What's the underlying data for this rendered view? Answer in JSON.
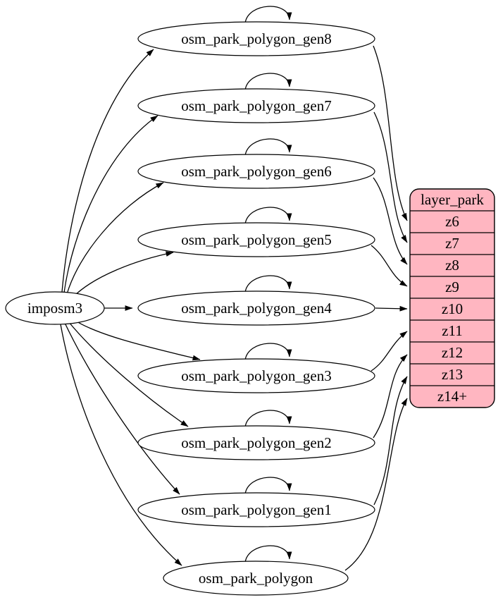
{
  "graph": {
    "source": {
      "label": "imposm3"
    },
    "tables": [
      {
        "label": "osm_park_polygon_gen8",
        "feeds_row": "z6"
      },
      {
        "label": "osm_park_polygon_gen7",
        "feeds_row": "z7"
      },
      {
        "label": "osm_park_polygon_gen6",
        "feeds_row": "z8"
      },
      {
        "label": "osm_park_polygon_gen5",
        "feeds_row": "z9"
      },
      {
        "label": "osm_park_polygon_gen4",
        "feeds_row": "z10"
      },
      {
        "label": "osm_park_polygon_gen3",
        "feeds_row": "z11"
      },
      {
        "label": "osm_park_polygon_gen2",
        "feeds_row": "z12"
      },
      {
        "label": "osm_park_polygon_gen1",
        "feeds_row": "z13"
      },
      {
        "label": "osm_park_polygon",
        "feeds_row": "z14+"
      }
    ],
    "layer": {
      "title": "layer_park",
      "rows": [
        "z6",
        "z7",
        "z8",
        "z9",
        "z10",
        "z11",
        "z12",
        "z13",
        "z14+"
      ]
    },
    "edges": [
      "imposm3 -> osm_park_polygon_gen8",
      "imposm3 -> osm_park_polygon_gen7",
      "imposm3 -> osm_park_polygon_gen6",
      "imposm3 -> osm_park_polygon_gen5",
      "imposm3 -> osm_park_polygon_gen4",
      "imposm3 -> osm_park_polygon_gen3",
      "imposm3 -> osm_park_polygon_gen2",
      "imposm3 -> osm_park_polygon_gen1",
      "imposm3 -> osm_park_polygon",
      "osm_park_polygon_gen8 -> osm_park_polygon_gen8",
      "osm_park_polygon_gen7 -> osm_park_polygon_gen7",
      "osm_park_polygon_gen6 -> osm_park_polygon_gen6",
      "osm_park_polygon_gen5 -> osm_park_polygon_gen5",
      "osm_park_polygon_gen4 -> osm_park_polygon_gen4",
      "osm_park_polygon_gen3 -> osm_park_polygon_gen3",
      "osm_park_polygon_gen2 -> osm_park_polygon_gen2",
      "osm_park_polygon_gen1 -> osm_park_polygon_gen1",
      "osm_park_polygon -> osm_park_polygon",
      "osm_park_polygon_gen8 -> layer_park:z6",
      "osm_park_polygon_gen7 -> layer_park:z7",
      "osm_park_polygon_gen6 -> layer_park:z8",
      "osm_park_polygon_gen5 -> layer_park:z9",
      "osm_park_polygon_gen4 -> layer_park:z10",
      "osm_park_polygon_gen3 -> layer_park:z11",
      "osm_park_polygon_gen2 -> layer_park:z12",
      "osm_park_polygon_gen1 -> layer_park:z13",
      "osm_park_polygon -> layer_park:z14+"
    ],
    "colors": {
      "layer_fill": "#ffb6c1",
      "node_fill": "#ffffff",
      "stroke": "#000000"
    }
  }
}
